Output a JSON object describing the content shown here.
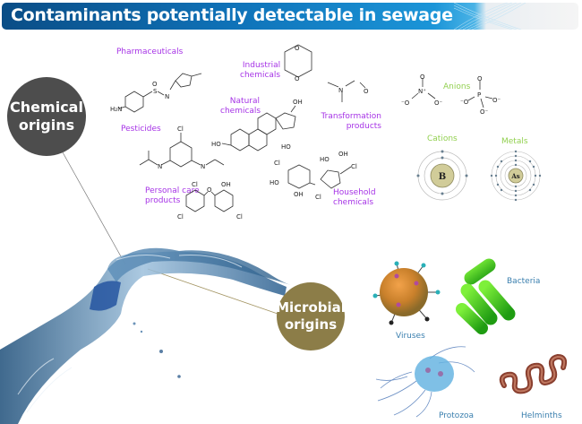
{
  "header": {
    "title": "Contaminants potentially detectable in sewage"
  },
  "origins": {
    "chemical": {
      "line1": "Chemical",
      "line2": "origins"
    },
    "microbial": {
      "line1": "Microbial",
      "line2": "origins"
    }
  },
  "chemical_categories": {
    "pharmaceuticals": "Pharmaceuticals",
    "industrial": [
      "Industrial",
      "chemicals"
    ],
    "natural": [
      "Natural",
      "chemicals"
    ],
    "transformation": [
      "Transformation",
      "products"
    ],
    "pesticides": "Pesticides",
    "personal_care": [
      "Personal care",
      "products"
    ],
    "household": [
      "Household",
      "chemicals"
    ],
    "anions": "Anions",
    "cations": "Cations",
    "metals": "Metals"
  },
  "atoms": {
    "cation_symbol": "B",
    "metal_symbol": "As"
  },
  "molecule_labels": {
    "h2n": "H₂N",
    "s": "S",
    "o": "O",
    "n": "N",
    "h": "H",
    "nh": "N",
    "cl": "Cl",
    "oh": "OH",
    "ho": "HO",
    "nplus": "N⁺",
    "ominus": "⁻O",
    "ominus_r": "O⁻",
    "p": "P"
  },
  "microbial_categories": {
    "viruses": "Viruses",
    "bacteria": "Bacteria",
    "protozoa": "Protozoa",
    "helminths": "Helminths"
  },
  "colors": {
    "title_bg": "#0f72b8",
    "chemical_circle": "#4d4d4d",
    "microbial_circle": "#8c7d48",
    "chemical_label": "#a633e6",
    "ion_label": "#92d050",
    "microbe_label": "#3a7fae"
  }
}
